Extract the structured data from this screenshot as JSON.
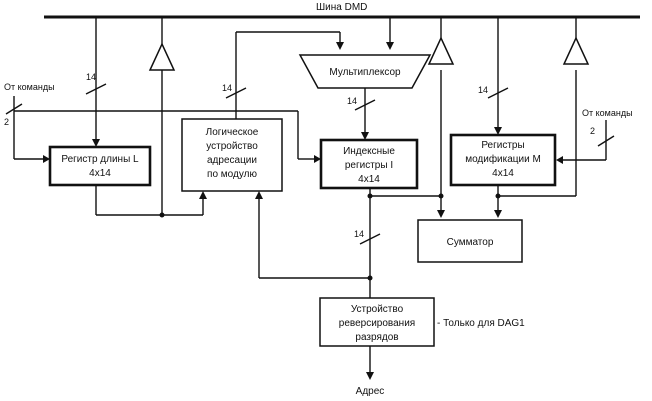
{
  "bus": {
    "label": "Шина DMD"
  },
  "blocks": {
    "length_register": {
      "line1": "Регистр длины L",
      "line2": "4x14"
    },
    "modulo_logic": {
      "line1": "Логическое",
      "line2": "устройство",
      "line3": "адресации",
      "line4": "по модулю"
    },
    "multiplexer": {
      "line1": "Мультиплексор"
    },
    "index_registers": {
      "line1": "Индексные",
      "line2": "регистры I",
      "line3": "4x14"
    },
    "modify_registers": {
      "line1": "Регистры",
      "line2": "модификации М",
      "line3": "4x14"
    },
    "adder": {
      "line1": "Сумматор"
    },
    "bit_reverse": {
      "line1": "Устройство",
      "line2": "реверсирования",
      "line3": "разрядов"
    }
  },
  "annotations": {
    "from_command_left": "От команды",
    "from_command_right": "От команды",
    "only_dag1": "- Только для DAG1",
    "address_out": "Адрес"
  },
  "bus_widths": {
    "left_bus": "14",
    "modulo_in": "14",
    "mux_out": "14",
    "modify_in": "14",
    "index_out": "14",
    "cmd_left": "2",
    "cmd_right": "2"
  }
}
